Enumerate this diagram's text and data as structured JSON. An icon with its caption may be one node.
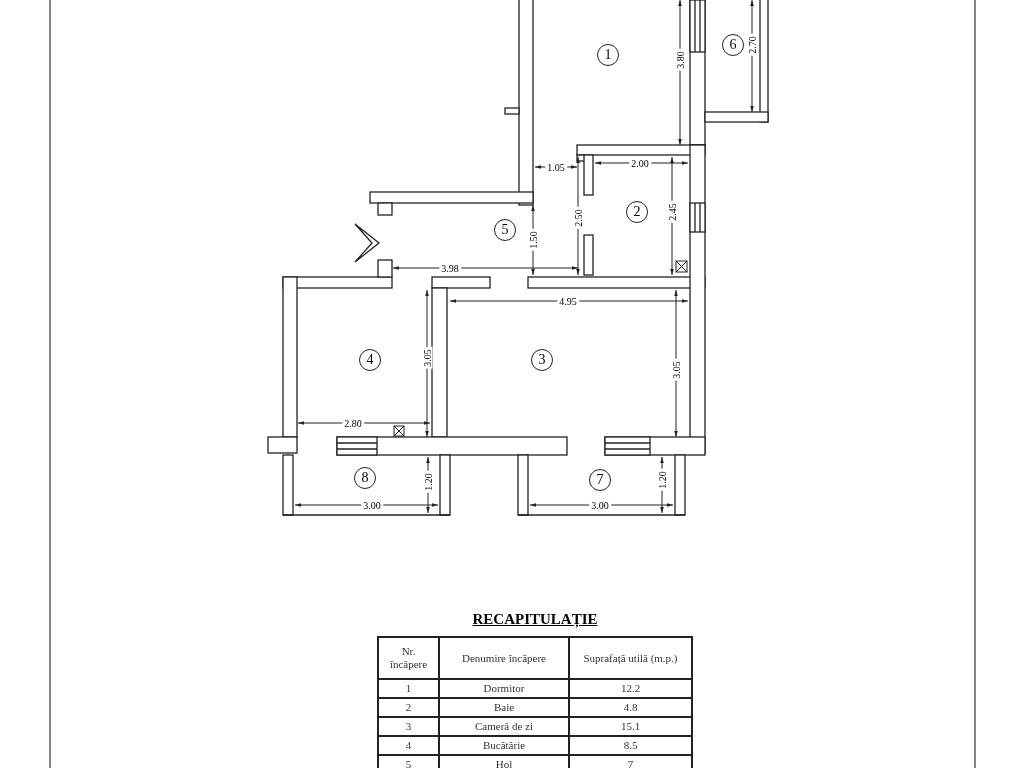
{
  "diagram": {
    "title": "RECAPITULAȚIE",
    "nodes": [
      {
        "text": [
          "1"
        ]
      },
      {
        "text": [
          "6"
        ]
      },
      {
        "text": [
          "5"
        ]
      },
      {
        "text": [
          "2"
        ]
      },
      {
        "text": [
          "4"
        ]
      },
      {
        "text": [
          "3"
        ]
      },
      {
        "text": [
          "8"
        ]
      },
      {
        "text": [
          "7"
        ]
      }
    ],
    "labels": [
      "3.80",
      "2.70",
      "1.05",
      "2.00",
      "1.50",
      "2.50",
      "2.45",
      "3.98",
      "4.95",
      "3.05",
      "3.05",
      "2.80",
      "1.20",
      "1.20",
      "3.00",
      "3.00",
      "Nr. încăpere",
      "Denumire încăpere",
      "Suprafață utilă (m.p.)",
      "1",
      "Dormitor",
      "12.2",
      "2",
      "Baie",
      "4.8",
      "3",
      "Cameră de zi",
      "15.1",
      "4",
      "Bucătărie",
      "8.5",
      "5",
      "Hol",
      "7"
    ]
  }
}
